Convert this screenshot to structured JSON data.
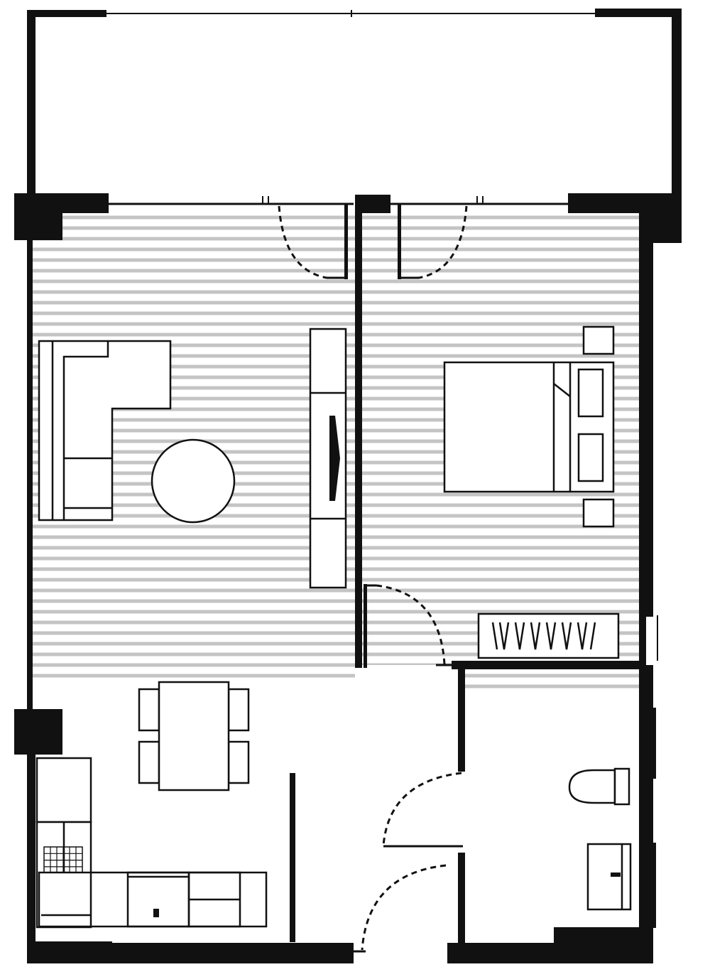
{
  "colors": {
    "wall": "#111111",
    "floor_hatch": "#c4c4c4",
    "background": "#ffffff"
  },
  "rooms": [
    {
      "id": "balcony"
    },
    {
      "id": "living-room"
    },
    {
      "id": "bedroom"
    },
    {
      "id": "kitchen-dining"
    },
    {
      "id": "bathroom"
    },
    {
      "id": "entry-hall"
    }
  ]
}
